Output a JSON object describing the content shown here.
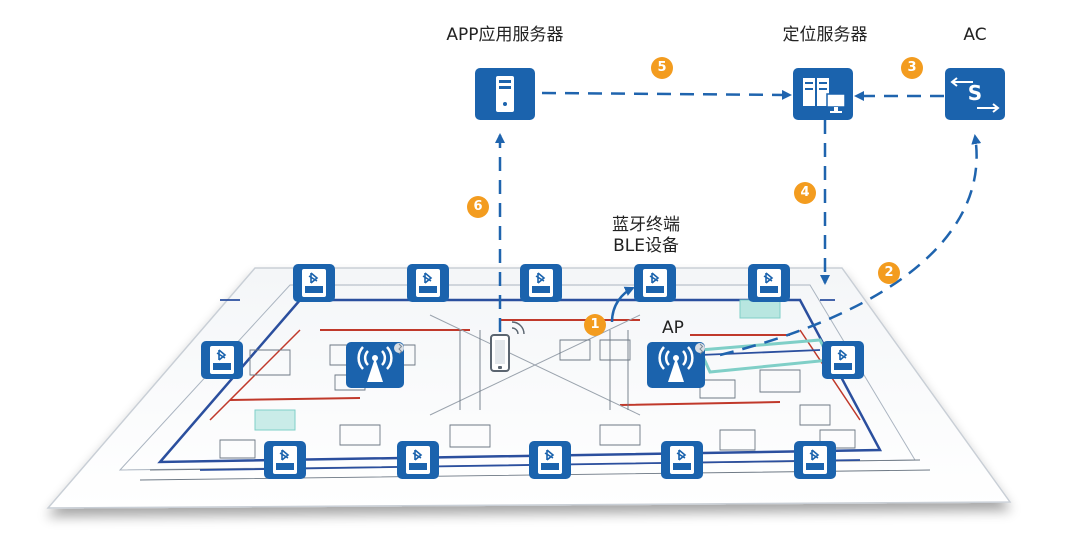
{
  "nodes": {
    "app_server": "APP应用服务器",
    "location_server": "定位服务器",
    "ac": "AC",
    "ac_glyph": "S",
    "ble_line1": "蓝牙终端",
    "ble_line2": "BLE设备",
    "ap": "AP"
  },
  "steps": [
    "1",
    "2",
    "3",
    "4",
    "5",
    "6"
  ],
  "colors": {
    "device_blue": "#1b63ad",
    "arrow_blue": "#1f64ae",
    "step_orange": "#f39c1f",
    "floor_line_blue": "#2b4f9e",
    "floor_line_red": "#c0392b",
    "floor_line_teal": "#7fcfc7"
  },
  "icons": {
    "app_server": "server-tower-icon",
    "location_server": "server-rack-monitor-icon",
    "ac": "switch-icon",
    "ap": "wireless-ap-icon",
    "ble_beacon": "bluetooth-beacon-icon",
    "phone": "smartphone-icon"
  }
}
